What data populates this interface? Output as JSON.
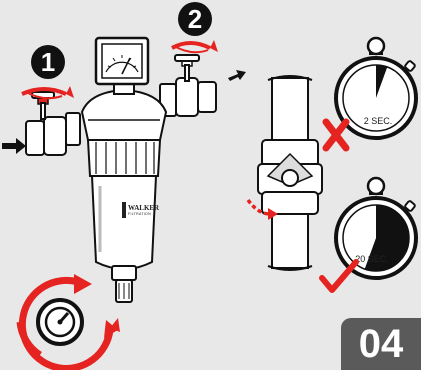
{
  "steps": [
    {
      "number": "1",
      "meaning": "rotate inlet valve"
    },
    {
      "number": "2",
      "meaning": "rotate outlet valve"
    }
  ],
  "filter": {
    "brand_line1": "WALKER",
    "brand_line2": "FILTRATION"
  },
  "timers": [
    {
      "label": "2 SEC.",
      "fill_fraction": 0.0556,
      "status": "wrong"
    },
    {
      "label": "20 SEC.",
      "fill_fraction": 0.5556,
      "status": "correct"
    }
  ],
  "page_number": "04",
  "colors": {
    "accent_red": "#e52421",
    "wrong_mark": "#e52421",
    "correct_mark": "#e52421",
    "ink": "#111111",
    "panel": "#5a5a5a"
  }
}
